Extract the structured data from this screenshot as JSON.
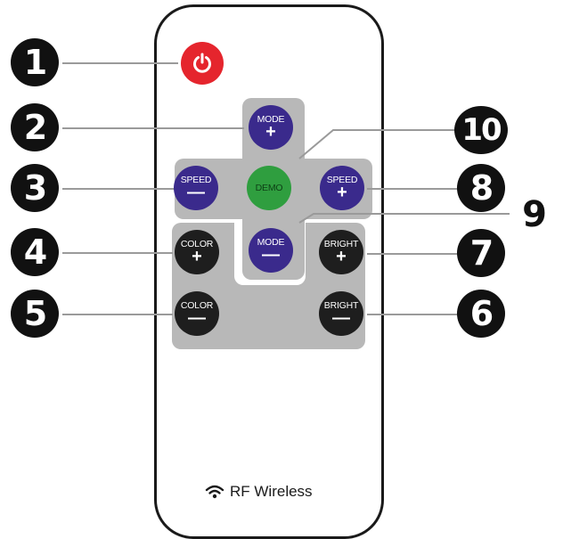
{
  "remote": {
    "footer_text": "RF Wireless",
    "footer_icon": "wifi-icon"
  },
  "colors": {
    "power": "#e5252d",
    "mode_speed": "#3a2a8c",
    "demo": "#2f9e3f",
    "color_bright": "#1e1e1e",
    "panel": "#b8b8b8"
  },
  "buttons": {
    "power": {
      "icon": "power-icon"
    },
    "mode_plus": {
      "label": "MODE",
      "symbol": "+"
    },
    "speed_minus": {
      "label": "SPEED",
      "symbol": "—"
    },
    "demo": {
      "label": "DEMO",
      "symbol": ""
    },
    "speed_plus": {
      "label": "SPEED",
      "symbol": "+"
    },
    "mode_minus": {
      "label": "MODE",
      "symbol": "—"
    },
    "color_plus": {
      "label": "COLOR",
      "symbol": "+"
    },
    "bright_plus": {
      "label": "BRIGHT",
      "symbol": "+"
    },
    "color_minus": {
      "label": "COLOR",
      "symbol": "—"
    },
    "bright_minus": {
      "label": "BRIGHT",
      "symbol": "—"
    }
  },
  "callouts": [
    "1",
    "2",
    "3",
    "4",
    "5",
    "6",
    "7",
    "8",
    "9",
    "10"
  ]
}
